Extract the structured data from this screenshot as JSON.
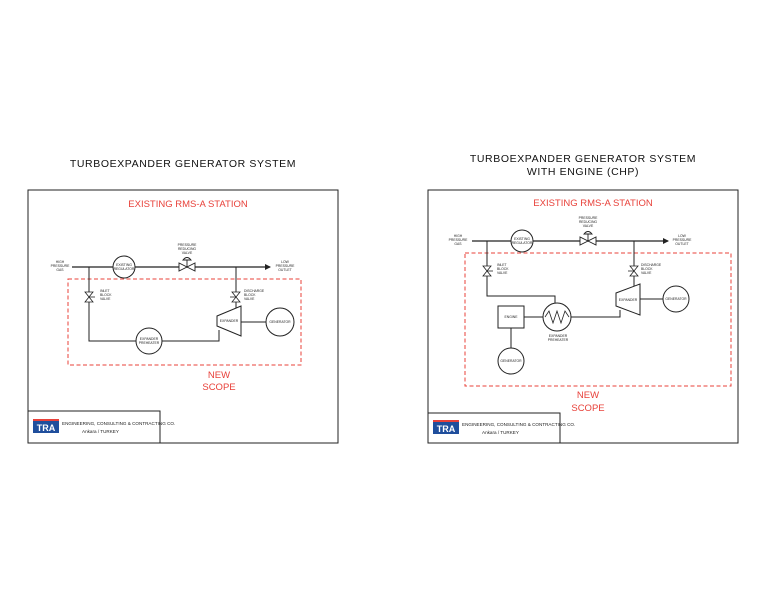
{
  "left": {
    "title": "TURBOEXPANDER GENERATOR SYSTEM",
    "existing_label": "EXISTING RMS-A STATION",
    "new_scope_line1": "NEW",
    "new_scope_line2": "SCOPE",
    "labels": {
      "high_pressure_gas": [
        "HIGH",
        "PRESSURE",
        "GAS"
      ],
      "existing_regulator": [
        "EXISTING",
        "REGULATOR"
      ],
      "pressure_reducing_valve": [
        "PRESSURE",
        "REDUCING",
        "VALVE"
      ],
      "low_pressure_outlet": [
        "LOW",
        "PRESSURE",
        "OUTLET"
      ],
      "inlet_block_valve": [
        "INLET",
        "BLOCK",
        "VALVE"
      ],
      "discharge_block_valve": [
        "DISCHARGE",
        "BLOCK",
        "VALVE"
      ],
      "expander": "EXPANDER",
      "generator": "GENERATOR",
      "exhaust_preheater": [
        "EXPANDER",
        "PREHEATER"
      ]
    },
    "footer_company": "ENGINEERING, CONSULTING & CONTRACTING CO.",
    "footer_location": "Ankara / TURKEY",
    "logo_text": "TRA"
  },
  "right": {
    "title_line1": "TURBOEXPANDER GENERATOR SYSTEM",
    "title_line2": "WITH ENGINE (CHP)",
    "existing_label": "EXISTING RMS-A STATION",
    "new_scope_line1": "NEW",
    "new_scope_line2": "SCOPE",
    "labels": {
      "high_pressure_gas": [
        "HIGH",
        "PRESSURE",
        "GAS"
      ],
      "existing_regulator": [
        "EXISTING",
        "REGULATOR"
      ],
      "pressure_reducing_valve": [
        "PRESSURE",
        "REDUCING",
        "VALVE"
      ],
      "low_pressure_outlet": [
        "LOW",
        "PRESSURE",
        "OUTLET"
      ],
      "inlet_block_valve": [
        "INLET",
        "BLOCK",
        "VALVE"
      ],
      "discharge_block_valve": [
        "DISCHARGE",
        "BLOCK",
        "VALVE"
      ],
      "engine": "ENGINE",
      "expander": "EXPANDER",
      "generator": "GENERATOR",
      "exhaust_preheater": [
        "EXPANDER",
        "PREHEATER"
      ],
      "engine_generator": "GENERATOR"
    },
    "footer_company": "ENGINEERING, CONSULTING & CONTRACTING CO.",
    "footer_location": "Ankara / TURKEY",
    "logo_text": "TRA"
  },
  "colors": {
    "scope_red": "#e8413a",
    "logo_blue": "#1f4e9c",
    "line": "#222222"
  }
}
